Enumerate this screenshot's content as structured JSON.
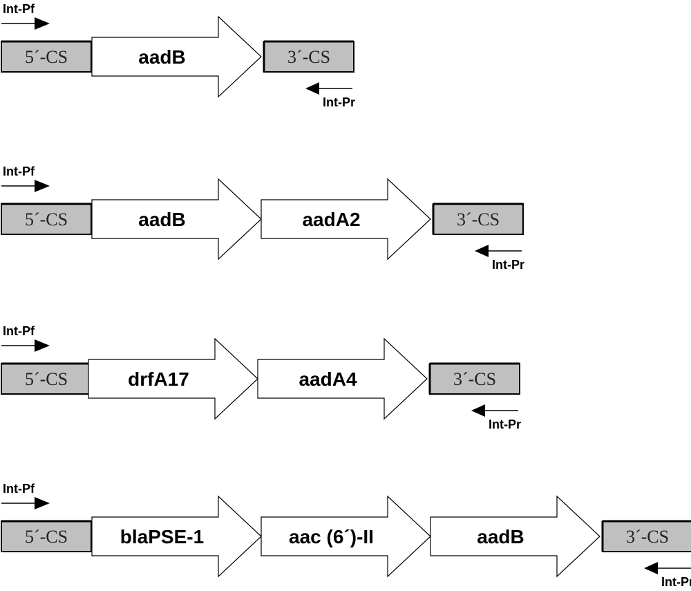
{
  "colors": {
    "cs_fill": "#c0c0c0",
    "cs_stroke": "#000000",
    "gene_fill": "#ffffff",
    "gene_stroke": "#000000",
    "primer": "#000000"
  },
  "rows": [
    {
      "five_cs": "5´-CS",
      "genes": [
        "aadB"
      ],
      "three_cs": "3´-CS",
      "primer_f": "Int-Pf",
      "primer_r": "Int-Pr"
    },
    {
      "five_cs": "5´-CS",
      "genes": [
        "aadB",
        "aadA2"
      ],
      "three_cs": "3´-CS",
      "primer_f": "Int-Pf",
      "primer_r": "Int-Pr"
    },
    {
      "five_cs": "5´-CS",
      "genes": [
        "drfA17",
        "aadA4"
      ],
      "three_cs": "3´-CS",
      "primer_f": "Int-Pf",
      "primer_r": "Int-Pr"
    },
    {
      "five_cs": "5´-CS",
      "genes": [
        "blaPSE-1",
        "aac (6´)-II",
        "aadB"
      ],
      "three_cs": "3´-CS",
      "primer_f": "Int-Pf",
      "primer_r": "Int-Pr"
    }
  ]
}
